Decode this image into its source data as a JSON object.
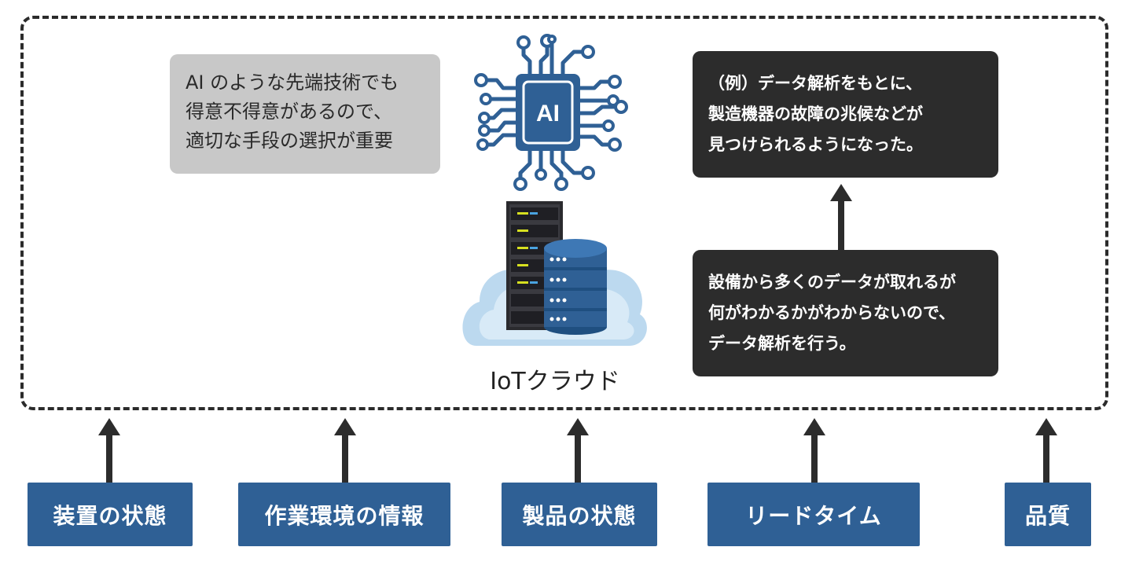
{
  "ai_note": {
    "lines": [
      "AI のような先端技術でも",
      "得意不得意があるので、",
      "適切な手段の選択が重要"
    ]
  },
  "ai_chip": {
    "label": "AI"
  },
  "cloud": {
    "label": "IoTクラウド"
  },
  "example_note": {
    "lines": [
      "（例）データ解析をもとに、",
      "製造機器の故障の兆候などが",
      "見つけられるようになった。"
    ]
  },
  "data_note": {
    "lines": [
      "設備から多くのデータが取れるが",
      "何がわかるかがわからないので、",
      "データ解析を行う。"
    ]
  },
  "categories": [
    "装置の状態",
    "作業環境の情報",
    "製品の状態",
    "リードタイム",
    "品質"
  ],
  "colors": {
    "category_bg": "#2f6095",
    "dark_note_bg": "#2c2c2c",
    "gray_note_bg": "#c8c8c8",
    "chip_blue": "#2f6095",
    "cloud_blue": "#bcd9ef"
  }
}
